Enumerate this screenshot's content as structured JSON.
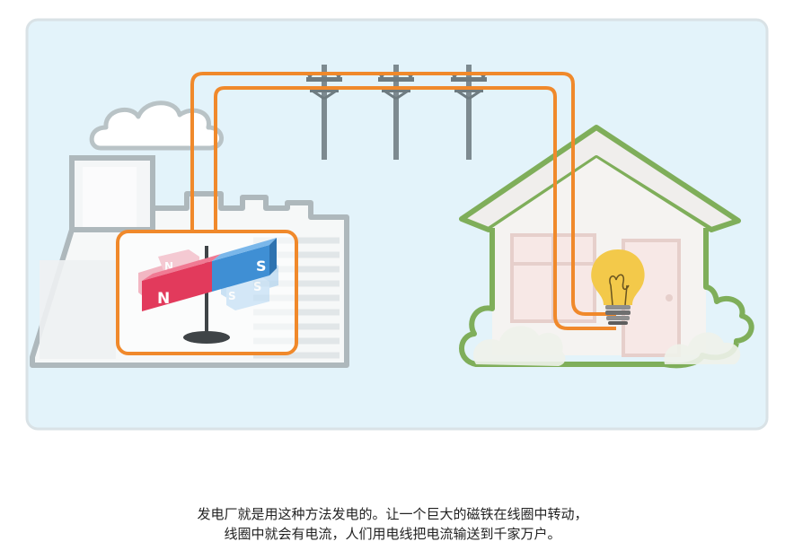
{
  "caption": {
    "line1": "发电厂就是用这种方法发电的。让一个巨大的磁铁在线圈中转动，",
    "line2": "线圈中就会有电流，人们用电线把电流输送到千家万户。"
  },
  "magnet": {
    "north_label": "N",
    "south_label": "S"
  },
  "colors": {
    "panel_bg": "#e3f3fa",
    "panel_border": "#d6dde2",
    "wire": "#f0892b",
    "factory_outline": "#aeb8bc",
    "house_outline": "#7fae5a",
    "magnet_north": "#e23a5c",
    "magnet_south": "#3f8fd4",
    "bulb": "#f3c94a"
  }
}
